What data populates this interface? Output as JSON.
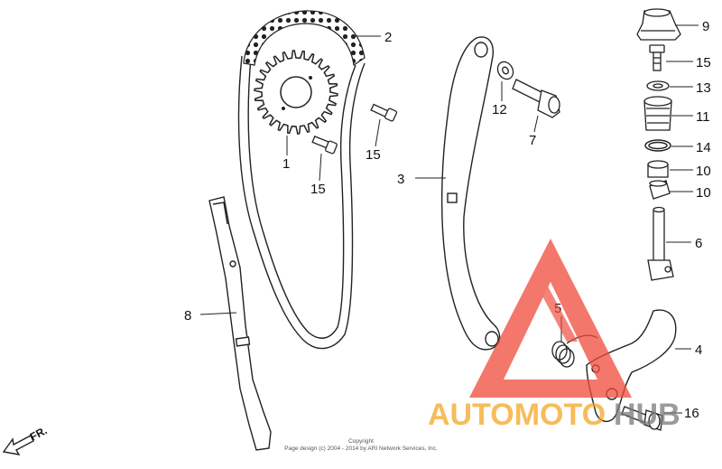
{
  "diagram": {
    "part_numbers": {
      "p1": "1",
      "p2": "2",
      "p3": "3",
      "p4": "4",
      "p5": "5",
      "p6": "6",
      "p7": "7",
      "p8": "8",
      "p9": "9",
      "p10a": "10",
      "p10b": "10",
      "p11": "11",
      "p12": "12",
      "p13": "13",
      "p14": "14",
      "p15a": "15",
      "p15b": "15",
      "p15c": "15",
      "p16": "16"
    },
    "direction_label": "FR.",
    "copyright_line1": "Copyright",
    "copyright_line2": "Page design (c) 2004 - 2014 by ARI Network Services, Inc."
  },
  "watermark": {
    "text_orange": "AUTOMOTO",
    "text_gray": "HUB",
    "colors": {
      "triangle": "#f04a3a",
      "orange": "#f5a623",
      "gray": "#7a7a7a"
    }
  }
}
